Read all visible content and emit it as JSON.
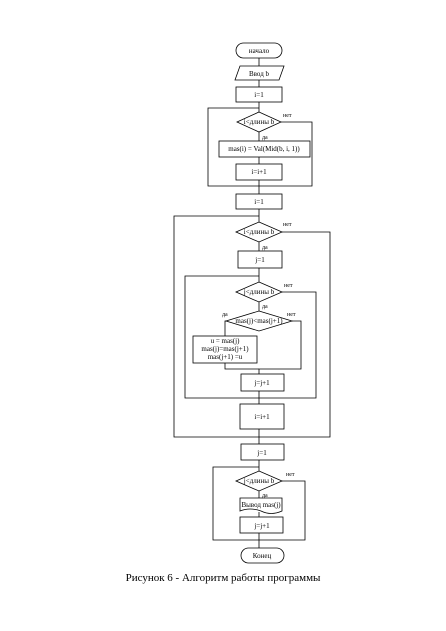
{
  "flowchart": {
    "start": "начало",
    "input": "Ввод b",
    "loop1": {
      "init": "i=1",
      "condition": "i<длины b",
      "yes": "да",
      "no": "нет",
      "body": "mas(i) = Val(Mid(b, i, 1))",
      "increment": "i=i+1"
    },
    "loop2": {
      "init": "i=1",
      "condition": "i<длины b",
      "yes": "да",
      "no": "нет",
      "inner_init": "j=1",
      "inner_condition": "j<длины b",
      "inner_yes": "да",
      "inner_no": "нет",
      "compare": "mas(j)<mas(j+1)",
      "compare_yes": "да",
      "compare_no": "нет",
      "swap": [
        "u = mas(j)",
        "mas(j)=mas(j+1)",
        "mas(j+1) =u"
      ],
      "inner_increment": "j=j+1",
      "increment": "i=i+1"
    },
    "loop3": {
      "init": "j=1",
      "condition": "j<длины b",
      "yes": "да",
      "no": "нет",
      "output": "Вывод mas(j)",
      "increment": "j=j+1"
    },
    "end": "Конец"
  },
  "caption": "Рисунок  6  - Алгоритм работы программы"
}
